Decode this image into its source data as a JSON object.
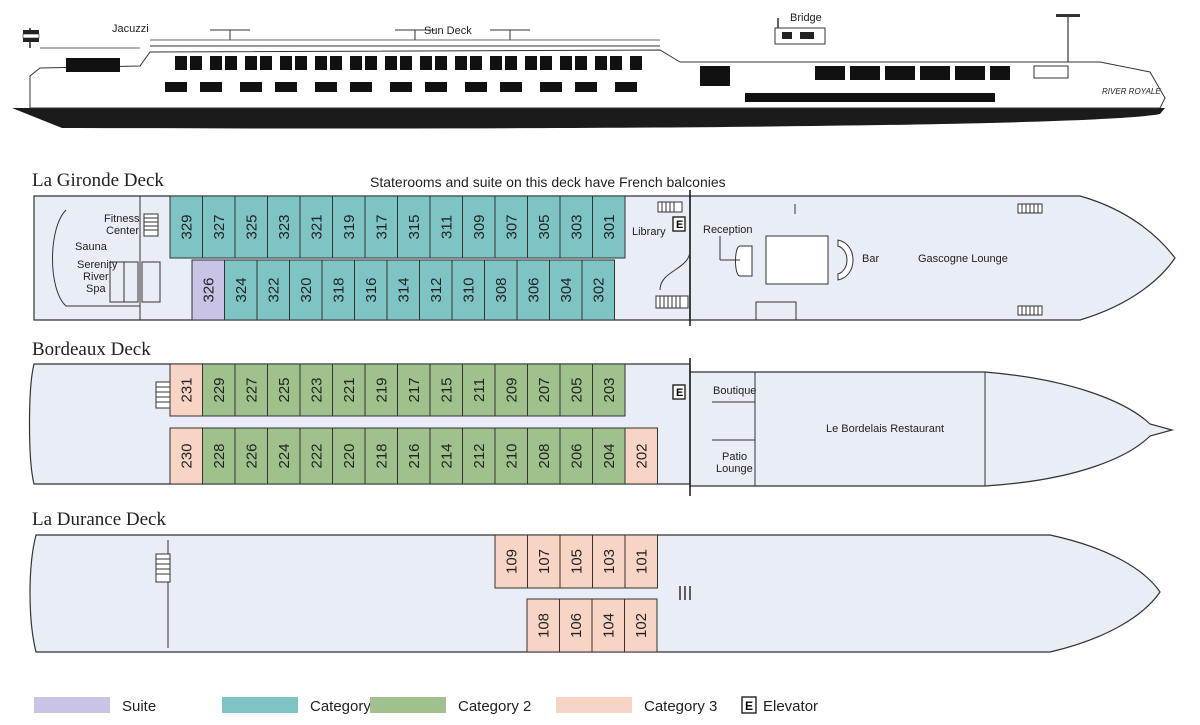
{
  "ship": {
    "labels": {
      "jacuzzi": "Jacuzzi",
      "sun_deck": "Sun Deck",
      "bridge": "Bridge",
      "name": "RIVER ROYALE"
    }
  },
  "decks": {
    "gironde": {
      "title": "La Gironde Deck",
      "note": "Staterooms and suite on this deck have French balconies",
      "top_row": [
        "329",
        "327",
        "325",
        "323",
        "321",
        "319",
        "317",
        "315",
        "311",
        "309",
        "307",
        "305",
        "303",
        "301"
      ],
      "bottom_row": [
        "326",
        "324",
        "322",
        "320",
        "318",
        "316",
        "314",
        "312",
        "310",
        "308",
        "306",
        "304",
        "302"
      ],
      "bottom_cats": [
        "suite",
        "cat1",
        "cat1",
        "cat1",
        "cat1",
        "cat1",
        "cat1",
        "cat1",
        "cat1",
        "cat1",
        "cat1",
        "cat1",
        "cat1"
      ],
      "labels": {
        "fitness_1": "Fitness",
        "fitness_2": "Center",
        "sauna": "Sauna",
        "spa_1": "Serenity",
        "spa_2": "River",
        "spa_3": "Spa",
        "library": "Library",
        "reception": "Reception",
        "bar": "Bar",
        "lounge": "Gascogne Lounge",
        "elevator": "E"
      }
    },
    "bordeaux": {
      "title": "Bordeaux Deck",
      "top_row": [
        "231",
        "229",
        "227",
        "225",
        "223",
        "221",
        "219",
        "217",
        "215",
        "211",
        "209",
        "207",
        "205",
        "203"
      ],
      "top_cats": [
        "cat3",
        "cat2",
        "cat2",
        "cat2",
        "cat2",
        "cat2",
        "cat2",
        "cat2",
        "cat2",
        "cat2",
        "cat2",
        "cat2",
        "cat2",
        "cat2"
      ],
      "bottom_row": [
        "230",
        "228",
        "226",
        "224",
        "222",
        "220",
        "218",
        "216",
        "214",
        "212",
        "210",
        "208",
        "206",
        "204",
        "202"
      ],
      "bottom_cats": [
        "cat3",
        "cat2",
        "cat2",
        "cat2",
        "cat2",
        "cat2",
        "cat2",
        "cat2",
        "cat2",
        "cat2",
        "cat2",
        "cat2",
        "cat2",
        "cat2",
        "cat3"
      ],
      "labels": {
        "boutique": "Boutique",
        "patio_1": "Patio",
        "patio_2": "Lounge",
        "restaurant": "Le Bordelais Restaurant",
        "elevator": "E"
      }
    },
    "durance": {
      "title": "La Durance Deck",
      "top_row": [
        "109",
        "107",
        "105",
        "103",
        "101"
      ],
      "bottom_row": [
        "108",
        "106",
        "104",
        "102"
      ]
    }
  },
  "legend": [
    {
      "key": "suite",
      "label": "Suite",
      "color": "#c9c3e6"
    },
    {
      "key": "cat1",
      "label": "Category 1",
      "color": "#7ec4c4"
    },
    {
      "key": "cat2",
      "label": "Category 2",
      "color": "#9fc18c"
    },
    {
      "key": "cat3",
      "label": "Category 3",
      "color": "#f8d4c5"
    },
    {
      "key": "elevator",
      "label": "Elevator",
      "symbol": "E"
    }
  ],
  "colors": {
    "suite": "#c9c3e6",
    "cat1": "#7ec4c4",
    "cat2": "#9fc18c",
    "cat3": "#f8d4c5",
    "hull": "#e9edf6"
  }
}
